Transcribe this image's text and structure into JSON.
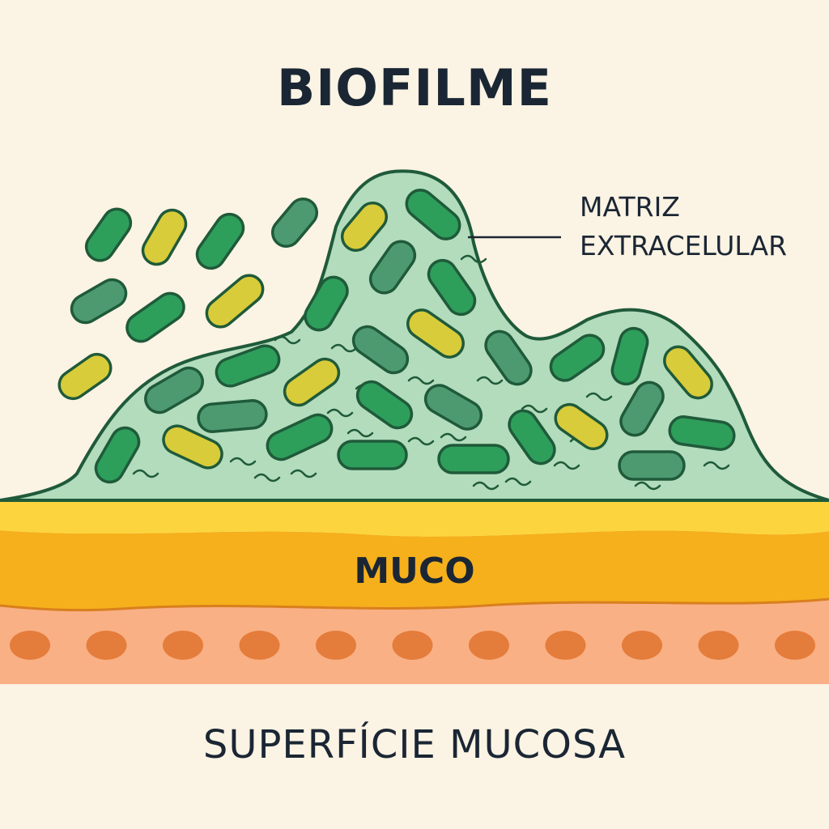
{
  "title": "BIOFILME",
  "labels": {
    "matrix_line1": "MATRIZ",
    "matrix_line2": "EXTRACELULAR",
    "mucus": "MUCO",
    "surface": "SUPERFÍCIE MUCOSA"
  },
  "colors": {
    "background": "#fbf3e3",
    "outline": "#1f5a3a",
    "matrix_fill": "#b2dcbc",
    "bacterium_green": "#2e9e5b",
    "bacterium_muted": "#4e9a70",
    "bacterium_yellow": "#d8cc3a",
    "mucus_light": "#fcd53e",
    "mucus_dark": "#f5b01b",
    "epithelium": "#f9b084",
    "cell_nucleus": "#e47c3b",
    "text": "#1b2634"
  }
}
